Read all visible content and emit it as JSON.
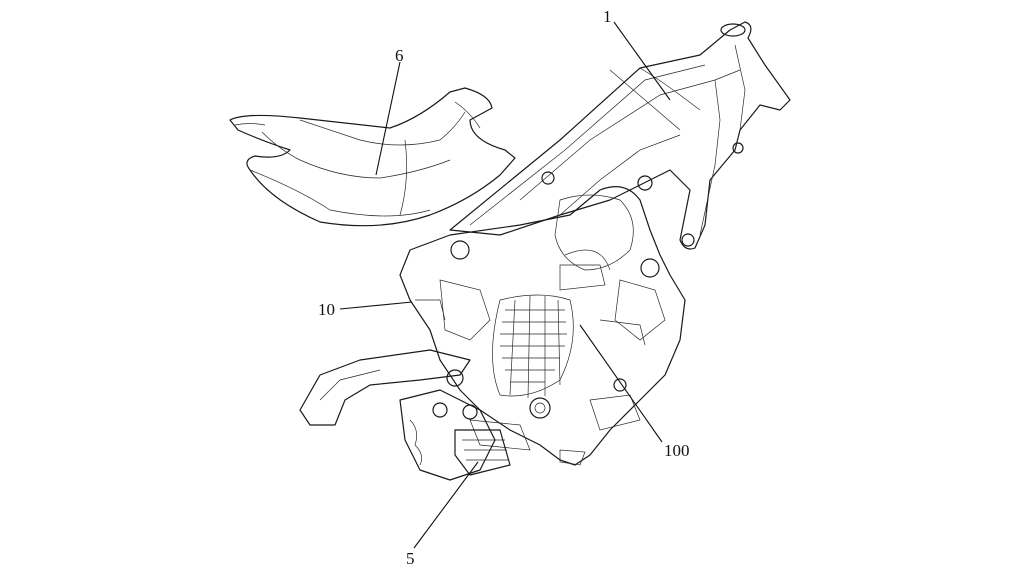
{
  "figure": {
    "kind": "patent-drawing",
    "subject": "motorcycle-frame-seat-engine-assembly",
    "reference_labels": [
      {
        "id": "1",
        "text": "1",
        "part": "frame"
      },
      {
        "id": "6",
        "text": "6",
        "part": "seat"
      },
      {
        "id": "10",
        "text": "10",
        "part": "pivot"
      },
      {
        "id": "100",
        "text": "100",
        "part": "engine"
      },
      {
        "id": "5",
        "text": "5",
        "part": "footrest"
      }
    ]
  }
}
